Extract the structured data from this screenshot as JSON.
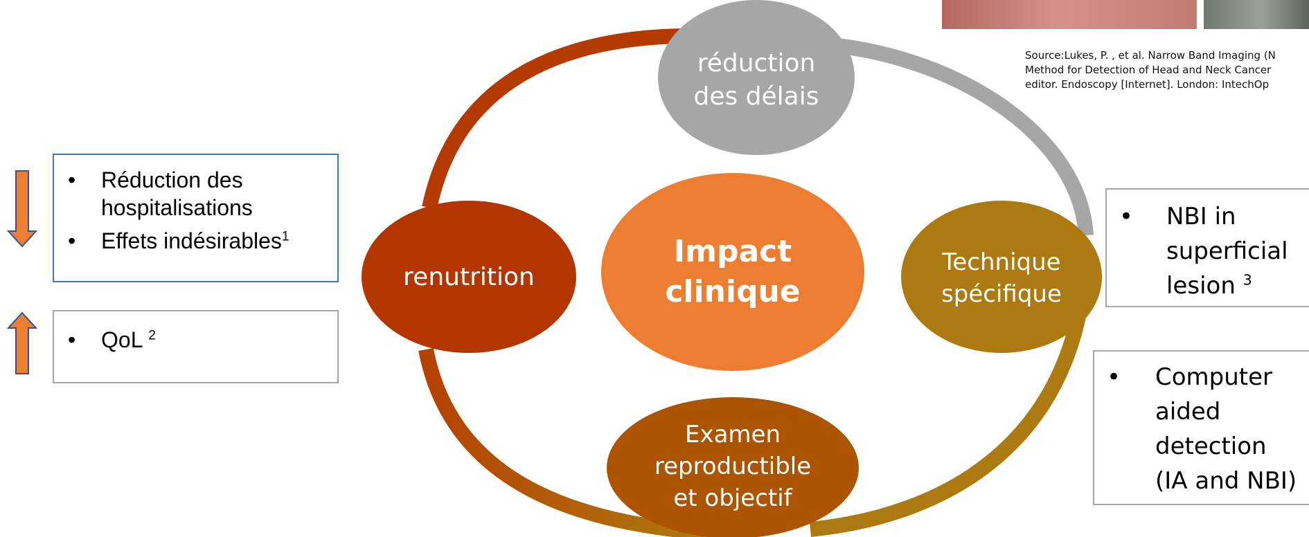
{
  "source_citation": {
    "line1": "Source:Lukes, P. , et al. Narrow Band Imaging (N",
    "line2": "Method for Detection of Head and Neck Cancer",
    "line3": "editor. Endoscopy [Internet]. London: IntechOp"
  },
  "center": {
    "line1": "Impact",
    "line2": "clinique"
  },
  "nodes": {
    "top": {
      "line1": "réduction",
      "line2": "des délais"
    },
    "left": {
      "label": "renutrition"
    },
    "right": {
      "line1": "Technique",
      "line2": "spécifique"
    },
    "bottom": {
      "line1": "Examen",
      "line2": "reproductible",
      "line3": "et objectif"
    }
  },
  "left_box_1": {
    "item1_line1": "Réduction des",
    "item1_line2": "hospitalisations",
    "item2": "Effets indésirables",
    "item2_ref": "1"
  },
  "left_box_2": {
    "item1": "QoL",
    "item1_ref": "2"
  },
  "right_box_1": {
    "line1": "NBI in",
    "line2": "superficial",
    "line3": "lesion",
    "ref": "3"
  },
  "right_box_2": {
    "line1": "Computer",
    "line2": "aided",
    "line3": "detection",
    "line4": "(IA and NBI)"
  },
  "bullet_char": "•",
  "colors": {
    "center": "#ED7D31",
    "grey": "#A6A6A6",
    "renutrition": "#B33600",
    "technique": "#AD7A11",
    "examen": "#AD5400",
    "ring_red": "#B53A00",
    "arrow_fill": "#ED7D31",
    "arrow_stroke": "#2F5597",
    "box_blue": "#4472C4",
    "box_grey": "#A6A6A6"
  }
}
